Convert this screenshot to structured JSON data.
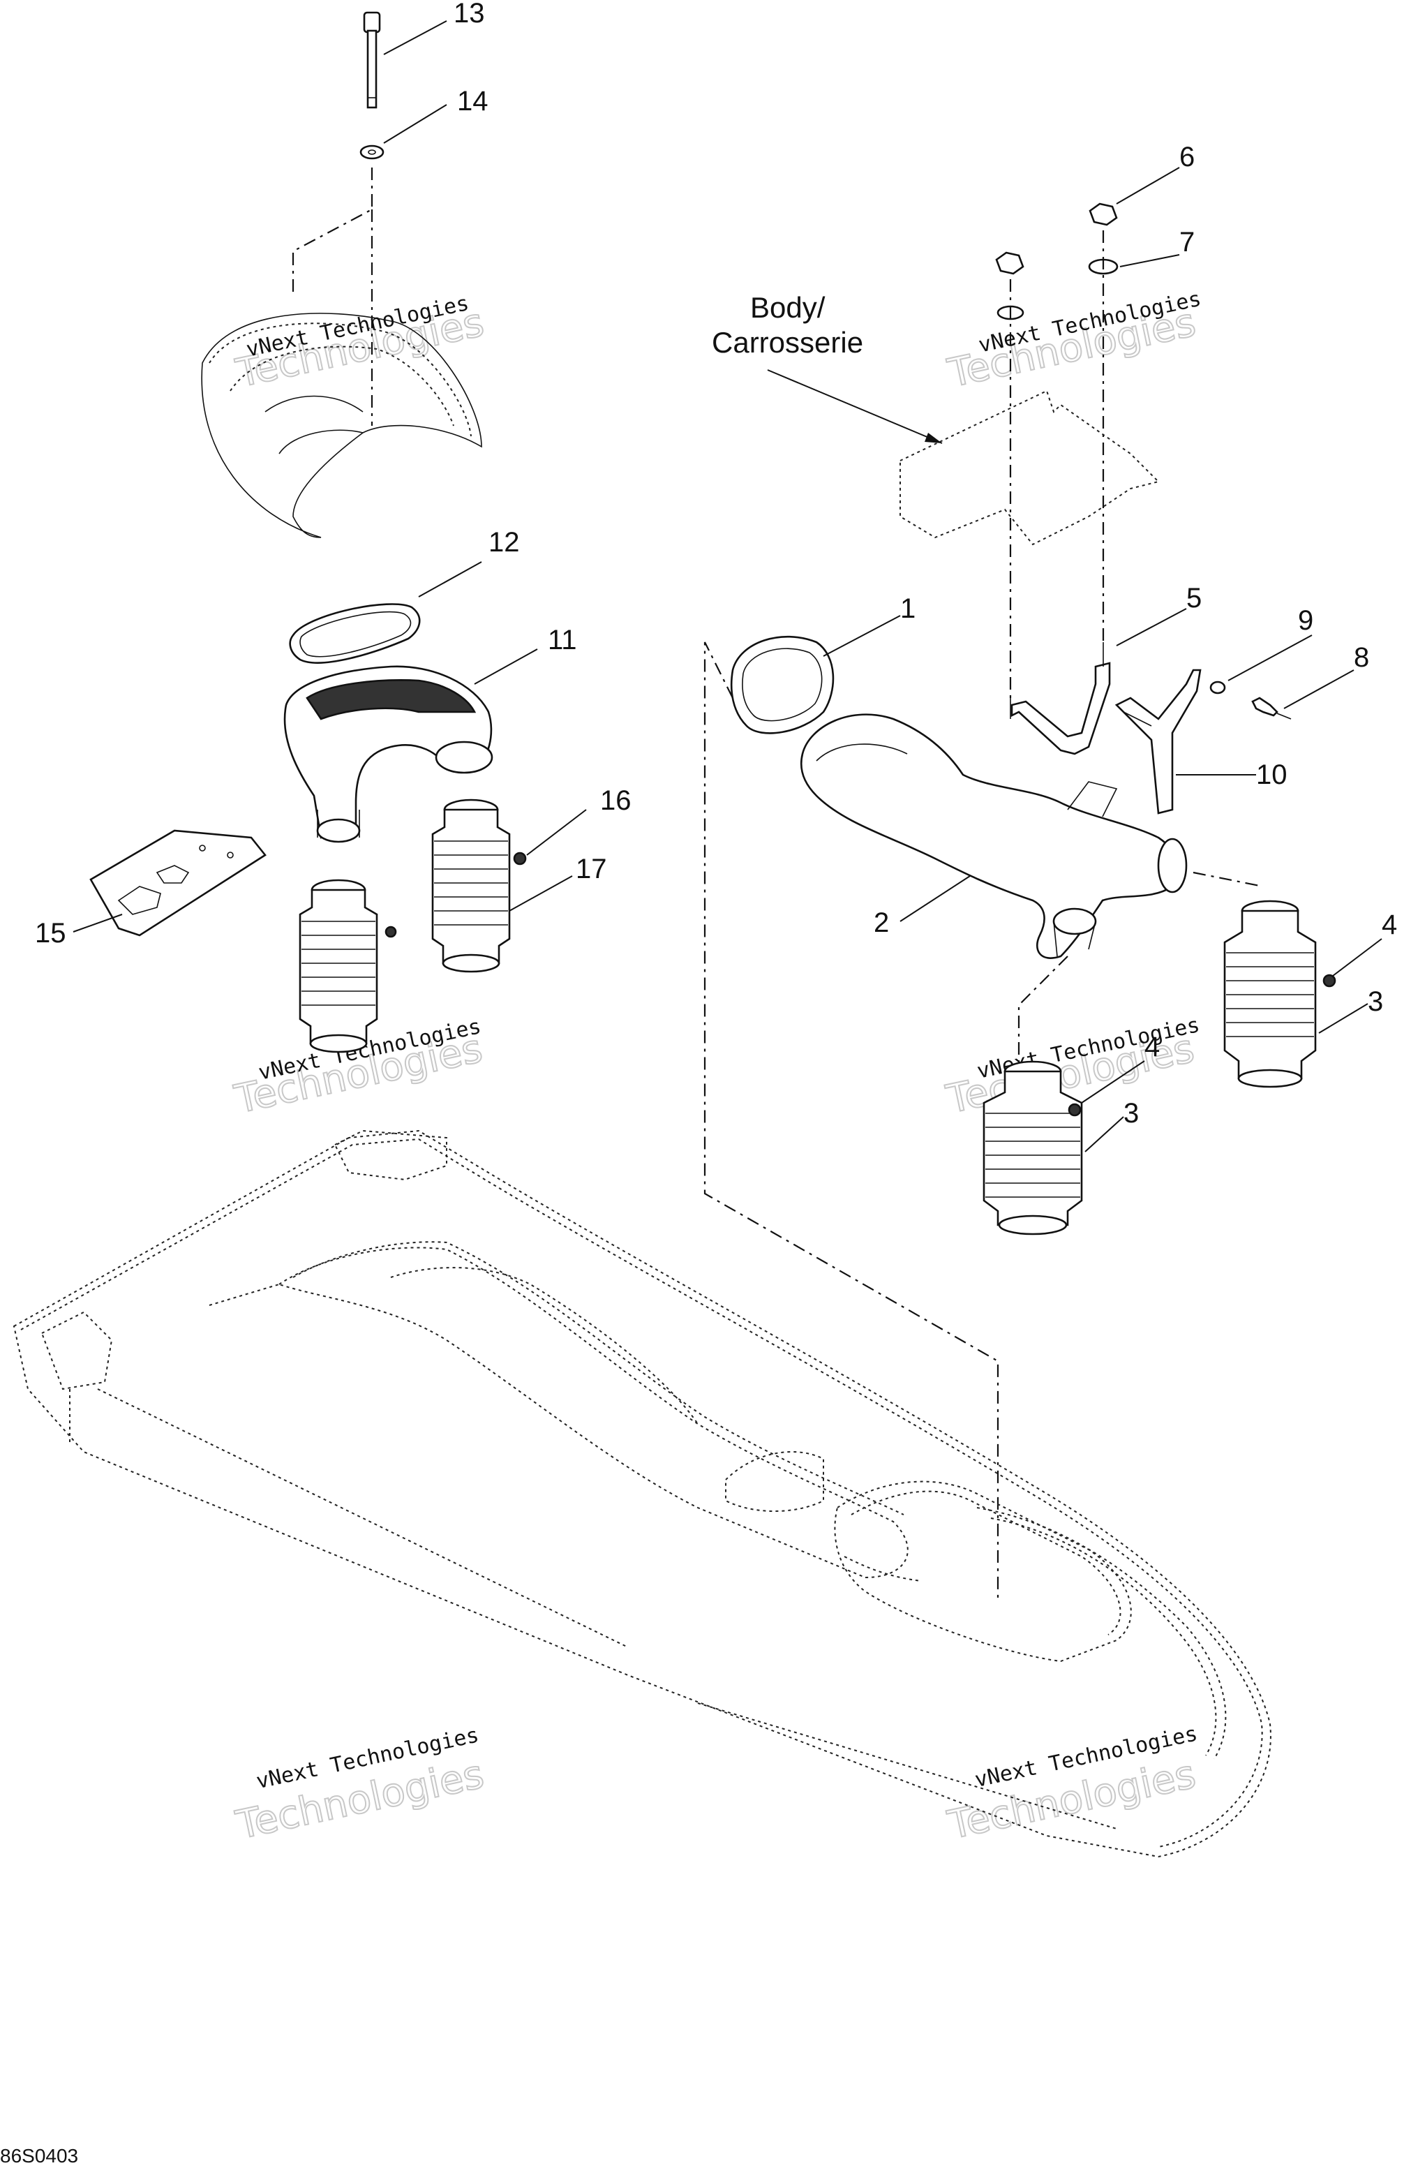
{
  "diagram": {
    "body_label_line1": "Body/",
    "body_label_line2": "Carrosserie",
    "drawing_code": "86S0403",
    "watermark_line1": "vNext Technologies",
    "watermark_line2": "Technologies",
    "callouts": [
      {
        "id": "c1",
        "label": "1"
      },
      {
        "id": "c2",
        "label": "2"
      },
      {
        "id": "c3a",
        "label": "3"
      },
      {
        "id": "c3b",
        "label": "3"
      },
      {
        "id": "c4a",
        "label": "4"
      },
      {
        "id": "c4b",
        "label": "4"
      },
      {
        "id": "c5",
        "label": "5"
      },
      {
        "id": "c6",
        "label": "6"
      },
      {
        "id": "c7",
        "label": "7"
      },
      {
        "id": "c8",
        "label": "8"
      },
      {
        "id": "c9",
        "label": "9"
      },
      {
        "id": "c10",
        "label": "10"
      },
      {
        "id": "c11",
        "label": "11"
      },
      {
        "id": "c12",
        "label": "12"
      },
      {
        "id": "c13",
        "label": "13"
      },
      {
        "id": "c14",
        "label": "14"
      },
      {
        "id": "c15",
        "label": "15"
      },
      {
        "id": "c16",
        "label": "16"
      },
      {
        "id": "c17",
        "label": "17"
      }
    ]
  }
}
